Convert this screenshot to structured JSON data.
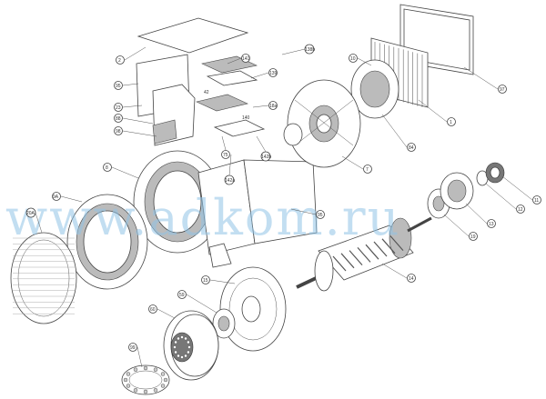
{
  "watermark": "www.adkom.ru",
  "callouts": {
    "c2": "2",
    "c95a": "95",
    "c23": "23",
    "c88": "88",
    "c98": "98",
    "c8": "8",
    "c9a": "9A",
    "c20a": "20A",
    "c141": "141",
    "c138b": "138b",
    "c139": "139",
    "c42": "42",
    "c140": "140",
    "c18a": "18a",
    "c75": "75",
    "c142a": "142a",
    "c142b": "142b",
    "c95b": "95",
    "c10": "10",
    "c97": "97",
    "c1": "1",
    "c84": "84",
    "c7": "7",
    "c14": "14",
    "c19": "19",
    "c13": "13",
    "c12": "12",
    "c11": "11",
    "c15": "15",
    "c59": "59",
    "c60": "60",
    "c99": "99"
  }
}
